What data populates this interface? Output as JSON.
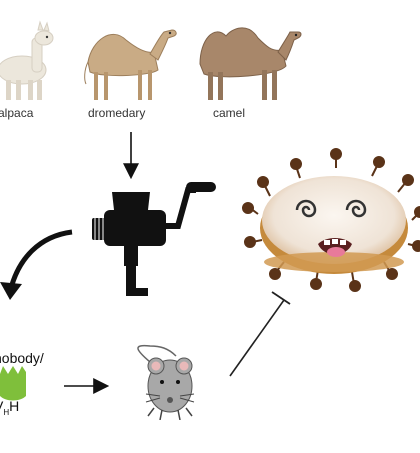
{
  "animals": {
    "alpaca": "alpaca",
    "dromedary": "dromedary",
    "camel": "camel"
  },
  "nanobody": {
    "line1": "nobody/",
    "line2": "V",
    "line2_sub1": "H",
    "line2_end": "H"
  },
  "colors": {
    "alpaca": "#ece7dc",
    "dromedary": "#c9ab85",
    "camel": "#a8876a",
    "grinder": "#111111",
    "nanobody_green": "#7fbf3b",
    "mouse": "#a8a8a8",
    "virus_body": "#f6eee6",
    "virus_crust": "#c58a3c",
    "virus_spike": "#5a3318",
    "inhibit_line": "#222222"
  },
  "icons": [
    "alpaca-icon",
    "dromedary-icon",
    "camel-icon",
    "meat-grinder-icon",
    "nanobody-icon",
    "mouse-icon",
    "coronavirus-donut-icon",
    "arrow-icon",
    "inhibition-line"
  ]
}
